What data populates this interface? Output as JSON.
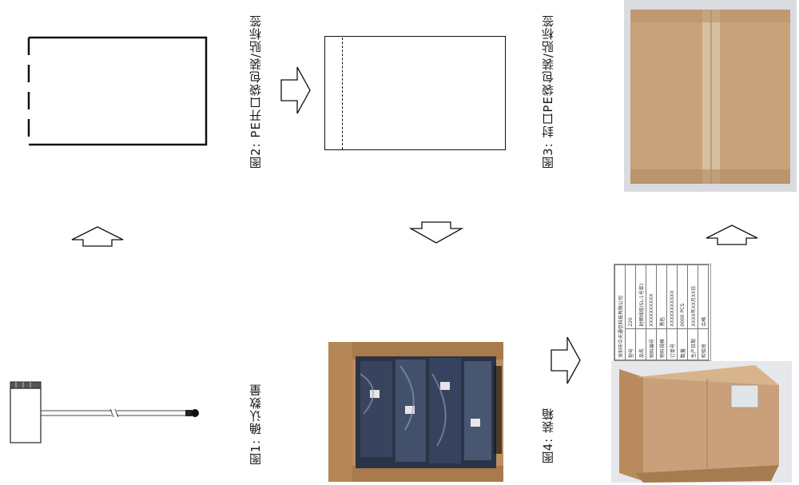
{
  "figures": {
    "fig1": {
      "label": "图1: 确认数量"
    },
    "fig2": {
      "label": "图2: PE开口袋包装/贴标签"
    },
    "fig3": {
      "label": "图3: 封口PE袋包装/贴标签"
    },
    "fig4": {
      "label": "图4: 装箱"
    }
  },
  "shipping_label": {
    "rows": [
      [
        "深圳市中天通信科技有限公司",
        ""
      ],
      [
        "型号",
        "220"
      ],
      [
        "品名",
        "射频线缆(SL-1号单)"
      ],
      [
        "物料编号",
        "XXXXXXXXXX"
      ],
      [
        "物料规格",
        "黑色"
      ],
      [
        "订单号",
        "XXXXXXXXXXX"
      ],
      [
        "数量",
        "0000 PCS"
      ],
      [
        "生产日期",
        "XXXX年XX月XX日"
      ],
      [
        "检验员",
        "合格"
      ]
    ]
  },
  "colors": {
    "cardboard": "#c9a37a",
    "line": "#111111"
  }
}
